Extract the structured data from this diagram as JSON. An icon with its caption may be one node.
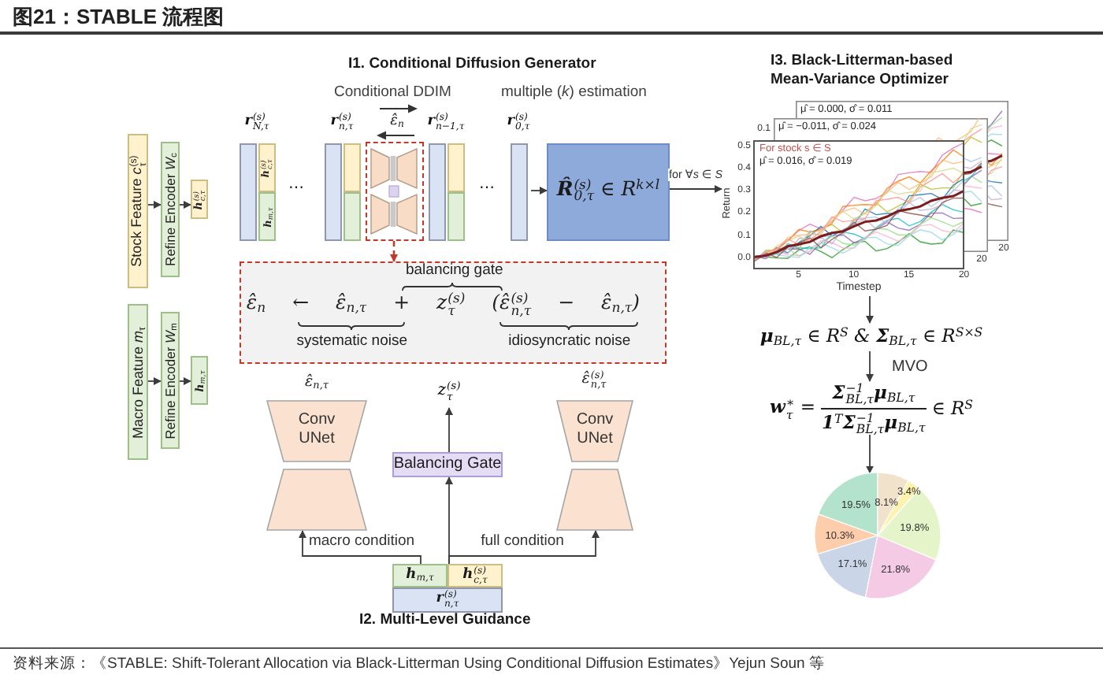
{
  "diagram": {
    "title": "图21：STABLE 流程图",
    "caption": "资料来源：《STABLE: Shift-Tolerant Allocation via Black-Litterman Using Conditional Diffusion Estimates》Yejun Soun 等",
    "nodes": [
      {
        "text": [
          "Stock Feature *c*$_{τ}$$^{(s)}$"
        ]
      },
      {
        "text": [
          "Refine Encoder *W*$_{c}$"
        ]
      },
      {
        "text": [
          "**h**$_{c,τ}$$^{(s)}$"
        ]
      },
      {
        "text": [
          "Macro Feature *m*$_{τ}$"
        ]
      },
      {
        "text": [
          "Refine Encoder *W*$_{m}$"
        ]
      },
      {
        "text": [
          "**h**$_{m,τ}$"
        ]
      },
      {
        "text": [
          "**r**$_{N,τ}$$^{(s)}$"
        ]
      },
      {
        "text": [
          "**h**$_{c,τ}$$^{(s)}$"
        ],
        "in": 6
      },
      {
        "text": [
          "**h**$_{m,τ}$"
        ],
        "in": 6
      },
      {
        "text": [
          "**r**$_{n,τ}$$^{(s)}$"
        ]
      },
      {
        "text": [],
        "shape": "box",
        "in": 9
      },
      {
        "text": [],
        "shape": "box",
        "in": 9
      },
      {
        "text": [],
        "shape": "box"
      },
      {
        "text": [
          "**r**$_{n−1,τ}$$^{(s)}$"
        ]
      },
      {
        "text": [],
        "shape": "box",
        "in": 13
      },
      {
        "text": [],
        "shape": "box",
        "in": 13
      },
      {
        "text": [
          "**r**$_{0,τ}$$^{(s)}$"
        ]
      },
      {
        "text": [
          "**R̂**$_{0,τ}$$^{(s)}$ ∈ R$^{k×l}$"
        ]
      },
      {
        "text": [
          "μ̂ = 0.000, σ̂ = 0.011",
          "0.1",
          "μ̂ = −0.011, σ̂ = 0.024",
          "For stock s ∈ S",
          "μ̂ = 0.016, σ̂ = 0.019",
          "0.5",
          "0.4",
          "0.3",
          "0.2",
          "0.1",
          "0.0",
          "Return",
          "20",
          "20",
          "5",
          "10",
          "15",
          "20",
          "Timestep"
        ]
      },
      {
        "text": [
          "**μ**$_{BL,τ}$ ∈ R$^{S}$ & **Σ**$_{BL,τ}$ ∈ R$^{S×S}$"
        ]
      },
      {
        "text": [
          "**w**$_{τ}$$^{∗}$ =",
          "**Σ**$_{BL,τ}$$^{−1}$**μ**$_{BL,τ}$",
          "**1**$^{T}$**Σ**$_{BL,τ}$$^{−1}$**μ**$_{BL,τ}$",
          "∈ R$^{S}$"
        ]
      },
      {
        "text": [],
        "shape": "circle"
      },
      {
        "text": [
          "balancing gate",
          "ε̂$_{n}$ ← ε̂$_{n,τ}$ + z$_{τ}$$^{(s)}$ (ε̂$_{n,τ}$$^{(s)}$ − ε̂$_{n,τ}$)",
          "systematic noise",
          "idiosyncratic noise"
        ]
      },
      {
        "text": [
          "z$_{τ}$$^{(s)}$"
        ]
      },
      {
        "text": [
          "Conv UNet"
        ],
        "beside": [
          "ε̂$_{n,τ}$"
        ]
      },
      {
        "text": [
          "Balancing Gate"
        ]
      },
      {
        "text": [
          "Conv UNet"
        ],
        "beside": [
          "ε̂$_{n,τ}$$^{(s)}$"
        ]
      },
      {
        "text": [
          "**h**$_{m,τ}$"
        ]
      },
      {
        "text": [
          "**h**$_{c,τ}$$^{(s)}$"
        ]
      },
      {
        "text": [
          "**r**$_{n,τ}$$^{(s)}$"
        ]
      }
    ],
    "edges": [
      {
        "from": 0,
        "to": 1,
        "arrow": "to"
      },
      {
        "from": 1,
        "to": 2,
        "arrow": "to"
      },
      {
        "from": 3,
        "to": 4,
        "arrow": "to"
      },
      {
        "from": 4,
        "to": 5,
        "arrow": "to"
      },
      {
        "from": 16,
        "to": 17,
        "arrow": "to"
      },
      {
        "from": 17,
        "to": 18,
        "arrow": "to",
        "label": "for ∀*s* ∈ *S*"
      },
      {
        "from": 12,
        "to": 22,
        "arrow": "to",
        "style": "dashed",
        "color": "#c0392b"
      },
      {
        "from": 18,
        "to": 19,
        "arrow": "to"
      },
      {
        "from": 19,
        "to": 20,
        "arrow": "to",
        "label": "MVO"
      },
      {
        "from": 20,
        "to": 21,
        "arrow": "to"
      },
      {
        "from": 27,
        "to": 24,
        "arrow": "to",
        "label": "macro condition"
      },
      {
        "from": 28,
        "to": 25,
        "arrow": "to"
      },
      {
        "from": 28,
        "to": 26,
        "arrow": "to",
        "label": "full condition"
      },
      {
        "from": 25,
        "to": 23,
        "arrow": "to"
      }
    ],
    "labels": [
      "I1. Conditional Diffusion Generator",
      "I3. Black-Litterman-based Mean-Variance Optimizer",
      "Conditional DDIM",
      "multiple (*k*) estimation",
      "ε̂$_{n}$",
      "⋯",
      "⋯",
      "I2. Multi-Level Guidance"
    ],
    "chart_data": {
      "type": "pie",
      "categories": [
        null,
        null,
        null,
        null,
        null,
        null,
        null
      ],
      "values": [
        19.5,
        10.3,
        17.1,
        21.8,
        19.8,
        3.4,
        8.1
      ],
      "value_labels": [
        "19.5%",
        "10.3%",
        "17.1%",
        "21.8%",
        "19.8%",
        "3.4%",
        "8.1%"
      ]
    }
  }
}
